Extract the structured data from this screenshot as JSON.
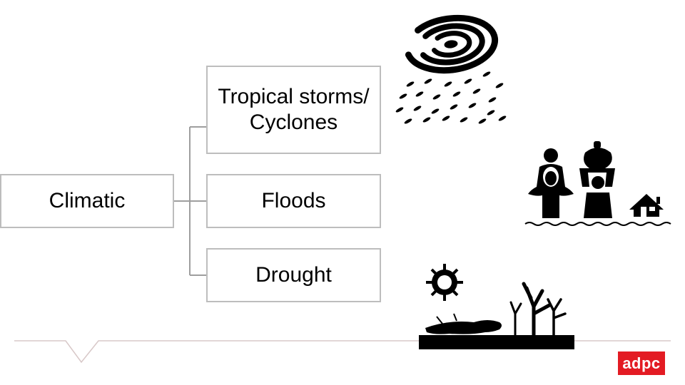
{
  "diagram": {
    "root": {
      "label": "Climatic"
    },
    "children": [
      {
        "label": "Tropical storms/ Cyclones"
      },
      {
        "label": "Floods"
      },
      {
        "label": "Drought"
      }
    ]
  },
  "icons": [
    "cyclone-rain-icon",
    "flood-people-house-icon",
    "drought-sun-dead-trees-icon"
  ],
  "logo": {
    "text": "adpc"
  },
  "colors": {
    "box_border": "#bdbdbd",
    "connector": "#9e9e9e",
    "logo_red": "#e31b23",
    "bottom_line": "#d8c8c8"
  }
}
